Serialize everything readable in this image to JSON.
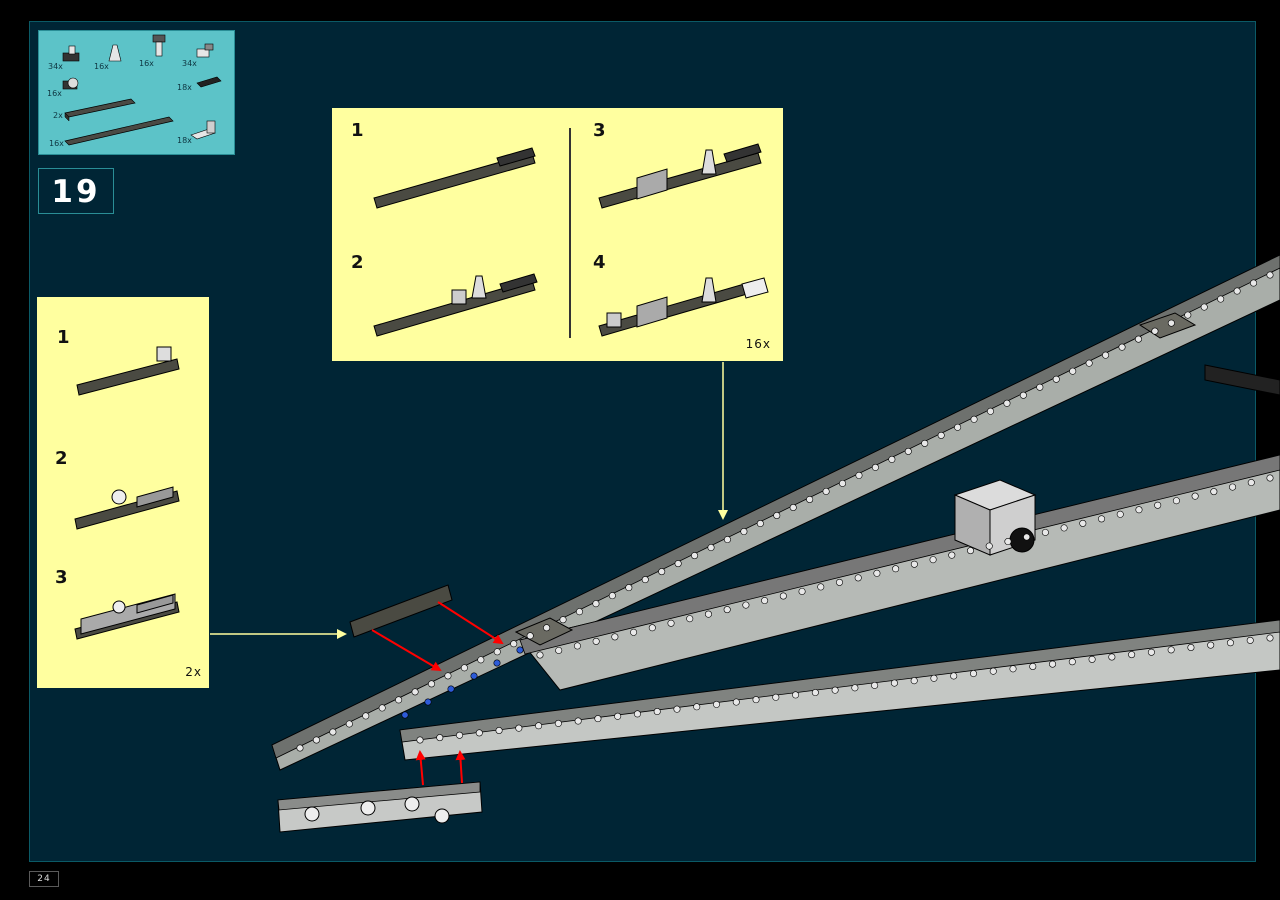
{
  "step": {
    "number": "19"
  },
  "parts_list": [
    {
      "qty": "34x",
      "icon": "bracket-1x2-icon"
    },
    {
      "qty": "16x",
      "icon": "cone-1x1-icon"
    },
    {
      "qty": "16x",
      "icon": "bar-holder-icon"
    },
    {
      "qty": "34x",
      "icon": "clip-plate-icon"
    },
    {
      "qty": "16x",
      "icon": "hinge-plate-icon"
    },
    {
      "qty": "18x",
      "icon": "grille-tile-icon"
    },
    {
      "qty": "2x",
      "icon": "plate-1x6-icon"
    },
    {
      "qty": "16x",
      "icon": "plate-1x10-icon"
    },
    {
      "qty": "18x",
      "icon": "bracket-1x2-2x2-icon"
    }
  ],
  "subassembly_top": {
    "steps": [
      "1",
      "2",
      "3",
      "4"
    ],
    "multiplier": "16x"
  },
  "subassembly_left": {
    "steps": [
      "1",
      "2",
      "3"
    ],
    "multiplier": "2x"
  },
  "page_number": "24",
  "colors": {
    "background": "#002535",
    "callout": "#ffff9f",
    "parts_panel": "#5cc3c8",
    "arrow": "#ff0000",
    "guide_arrow": "#ffff9f"
  }
}
